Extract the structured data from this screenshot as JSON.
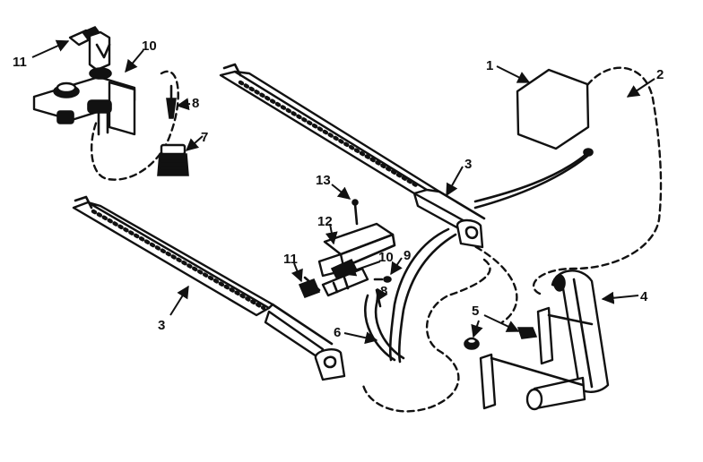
{
  "labels": {
    "l1": "1",
    "l2": "2",
    "l3_upper": "3",
    "l3_lower": "3",
    "l4": "4",
    "l5": "5",
    "l6": "6",
    "l7": "7",
    "l8_top": "8",
    "l8_mid": "8",
    "l9": "9",
    "l10_top": "10",
    "l10_mid": "10",
    "l11_top": "11",
    "l11_mid": "11",
    "l12": "12",
    "l13": "13"
  }
}
